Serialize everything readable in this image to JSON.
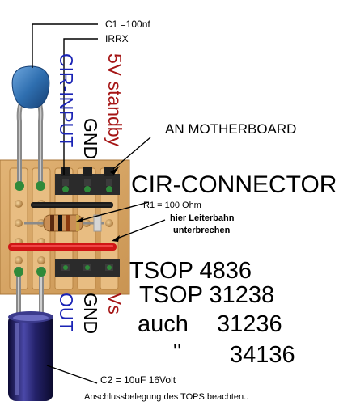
{
  "labels": {
    "c1": "C1 =100nf",
    "irrx": "IRRX",
    "standby": "5V standby",
    "cir_input": "CIR-INPUT",
    "gnd_top": "GND",
    "motherboard": "AN  MOTHERBOARD",
    "cir_connector": "CIR-CONNECTOR",
    "r1": "R1 = 100 Ohm",
    "leiterbahn_1": "hier Leiterbahn",
    "leiterbahn_2": "unterbrechen",
    "tsop_4836": "TSOP 4836",
    "tsop_31238": "TSOP  31238",
    "auch": "auch",
    "val_31236": "31236",
    "ditto": "\"",
    "val_34136": "34136",
    "out": "OUT",
    "gnd_bottom": "GND",
    "vs": "Vs",
    "c2": "C2 = 10uF 16Volt",
    "note": "Anschlussbelegung des TOPS beachten.."
  },
  "colors": {
    "board": "#d9a765",
    "board_edge": "#b98544",
    "strip": "#e3b374",
    "header": "#2b2b2b",
    "pin_green": "#2f8a3a",
    "cap_blue": "#2f6fb0",
    "elcap": "#22205a",
    "red_text": "#a51515",
    "blue_text": "#1a23b5",
    "red_wire": "#d01515"
  }
}
